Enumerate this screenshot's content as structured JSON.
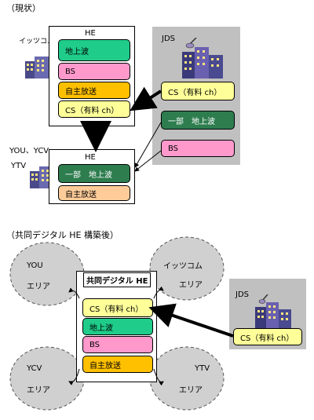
{
  "top": {
    "section_title": "（現状）",
    "itscom_label": "イッツコム",
    "he_title": "HE",
    "he_items": [
      "地上波",
      "BS",
      "自主放送",
      "CS（有料 ch）"
    ],
    "jds_title": "JDS",
    "jds_items": [
      "CS（有料 ch）",
      "一部　地上波",
      "BS"
    ],
    "you_ycv_label": "YOU、YCV",
    "ytv_label": "YTV",
    "he2_title": "HE",
    "he2_items": [
      "一部　地上波",
      "自主放送"
    ]
  },
  "bottom": {
    "section_title": "（共同デジタル HE 構築後）",
    "area_you": [
      "YOU",
      "エリア"
    ],
    "area_itscom": [
      "イッツコム",
      "エリア"
    ],
    "area_ycv": [
      "YCV",
      "エリア"
    ],
    "area_ytv": [
      "YTV",
      "エリア"
    ],
    "he_title": "共同デジタル HE",
    "he_items": [
      "CS（有料 ch）",
      "地上波",
      "BS",
      "自主放送"
    ],
    "jds_title": "JDS",
    "jds_item": "CS（有料 ch）"
  },
  "colors": {
    "green": "#1fcc8a",
    "dark_green": "#2e7d4f",
    "pink": "#ff99cc",
    "orange": "#ffc000",
    "light_yellow": "#ffff99",
    "peach": "#ffcc99",
    "panel_gray": "#c0c0c0",
    "area_gray": "#d0d0d0"
  }
}
